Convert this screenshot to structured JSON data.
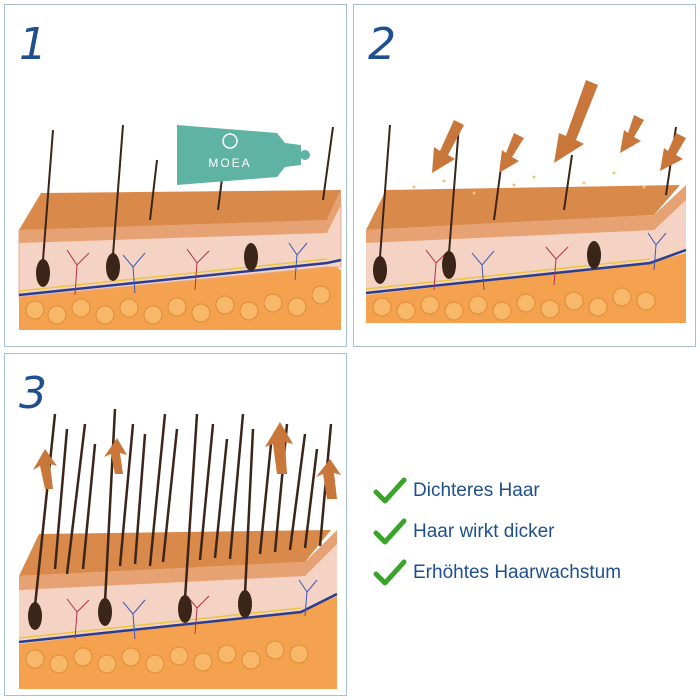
{
  "steps": [
    {
      "number": "1",
      "product_label": "MOEA"
    },
    {
      "number": "2"
    },
    {
      "number": "3"
    }
  ],
  "benefits": [
    {
      "label": "Dichteres Haar",
      "icon": "check-icon"
    },
    {
      "label": "Haar wirkt dicker",
      "icon": "check-icon"
    },
    {
      "label": "Erhöhtes Haarwachstum",
      "icon": "check-icon"
    }
  ],
  "colors": {
    "number_blue": "#1f4f8f",
    "check_green": "#3aa32a",
    "skin_top": "#d98a4b",
    "skin_layer": "#f2c8b4",
    "fat_layer": "#f4a250",
    "bottle": "#5fb3a3",
    "arrow": "#c8763a",
    "hair": "#3b2418"
  }
}
